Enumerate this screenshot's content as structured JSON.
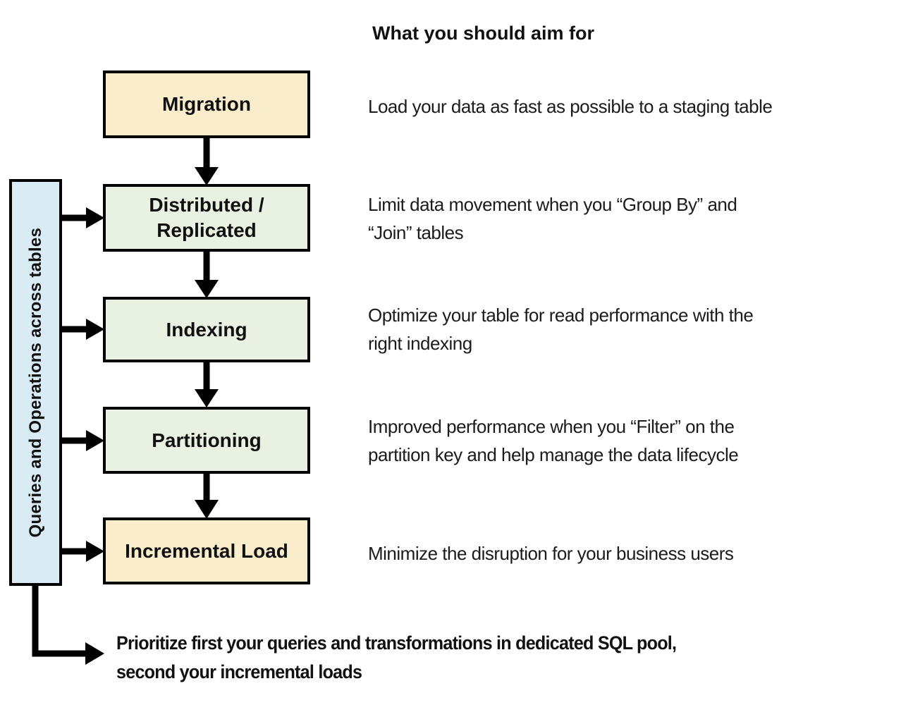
{
  "colors": {
    "box_cream": "#FAEDCB",
    "box_green": "#E9F1E2",
    "sidebar_blue": "#D9ECF5",
    "line_black": "#000000"
  },
  "header": {
    "title": "What you should aim for"
  },
  "sidebar": {
    "label": "Queries and Operations across tables"
  },
  "flow": {
    "steps": [
      {
        "label": "Migration",
        "fill": "cream",
        "description": "Load your data as fast as possible to a staging table"
      },
      {
        "label": "Distributed /\nReplicated",
        "fill": "green",
        "description": "Limit data movement when you “Group By” and\n“Join” tables"
      },
      {
        "label": "Indexing",
        "fill": "green",
        "description": "Optimize your table for read performance with the\nright indexing"
      },
      {
        "label": "Partitioning",
        "fill": "green",
        "description": "Improved performance when you “Filter” on the\npartition key and help manage the data lifecycle"
      },
      {
        "label": "Incremental Load",
        "fill": "cream",
        "description": "Minimize the disruption for your business users"
      }
    ]
  },
  "footer": {
    "note": "Prioritize first your queries and transformations in dedicated SQL pool,\nsecond your incremental loads"
  }
}
